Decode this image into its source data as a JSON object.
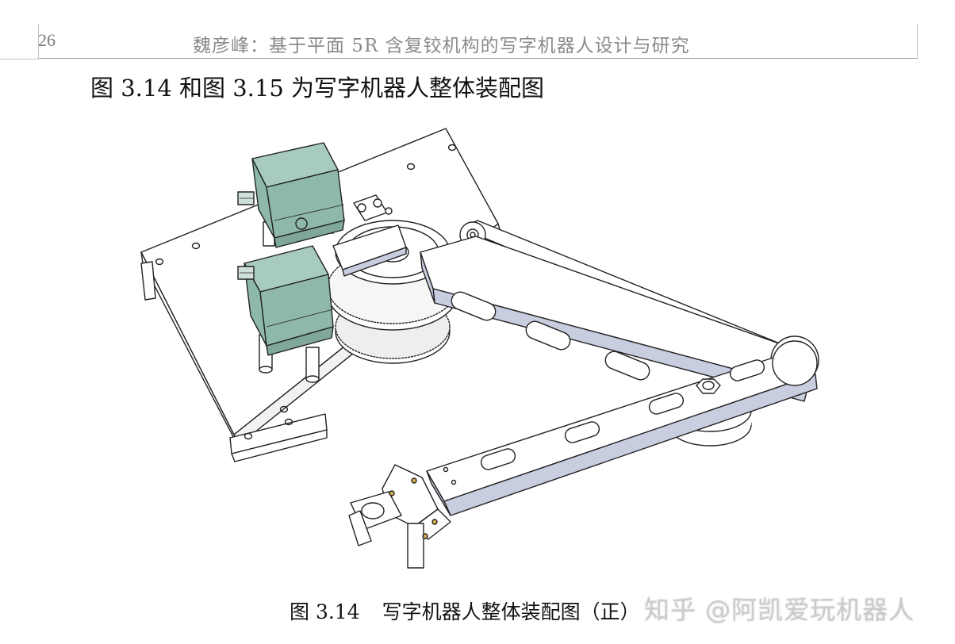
{
  "header": {
    "page_number": "26",
    "running_title": "魏彦峰：基于平面 5R 含复铰机构的写字机器人设计与研究"
  },
  "body": {
    "paragraph": "图 3.14  和图 3.15 为写字机器人整体装配图"
  },
  "figure": {
    "caption_number": "图 3.14",
    "caption_text": "写字机器人整体装配图（正）"
  },
  "watermark": {
    "text": "知乎 @阿凯爱玩机器人"
  },
  "colors": {
    "motor": "#8fb8ad",
    "outline": "#222222",
    "arm_side": "#c9cde0",
    "arm_top": "#ffffff"
  }
}
